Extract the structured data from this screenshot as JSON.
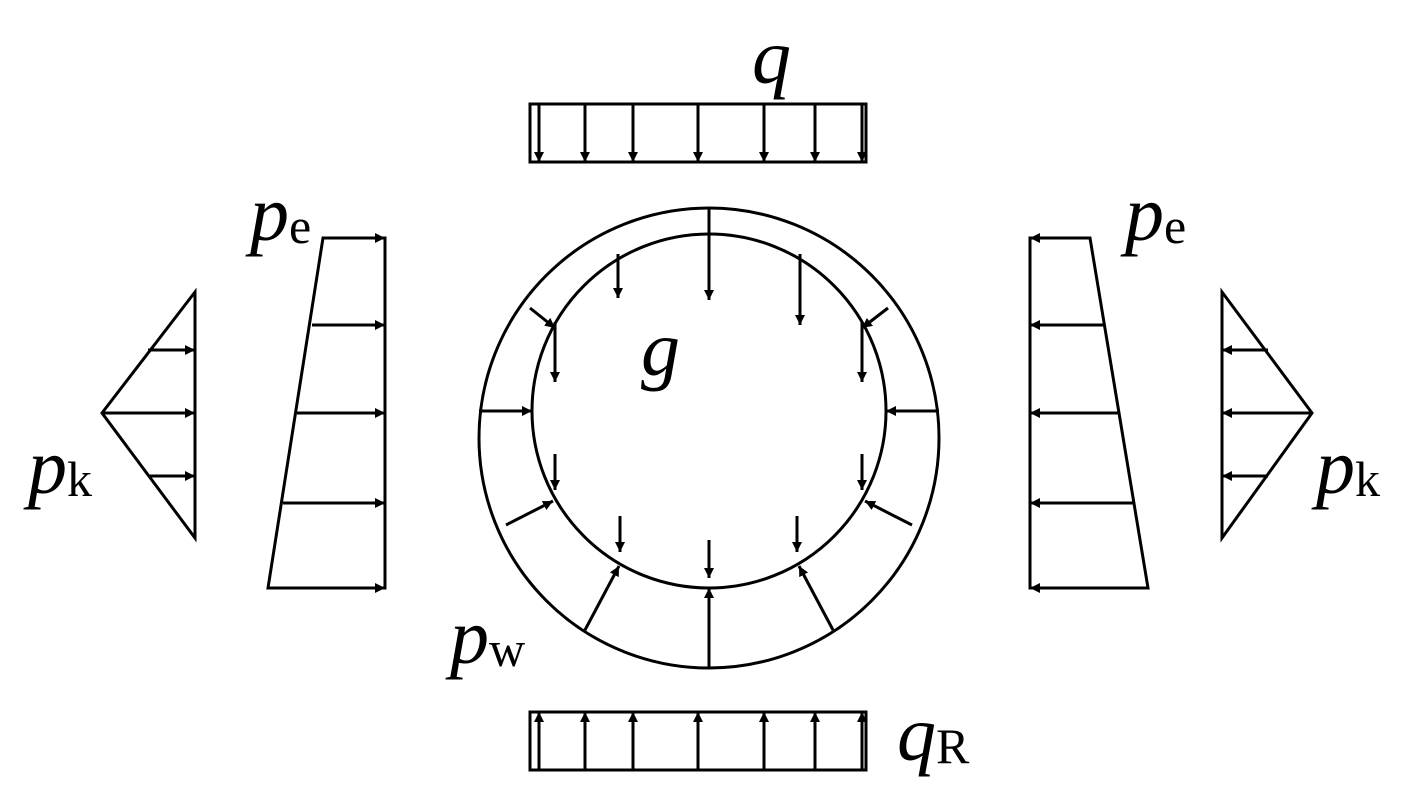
{
  "labels": {
    "q": "q",
    "g": "g",
    "pe_main": "p",
    "pe_sub": "e",
    "pk_main": "p",
    "pk_sub": "k",
    "pw_main": "p",
    "pw_sub": "w",
    "qr_main": "q",
    "qr_sub": "R"
  },
  "colors": {
    "ink": "#000000",
    "background": "#ffffff"
  }
}
